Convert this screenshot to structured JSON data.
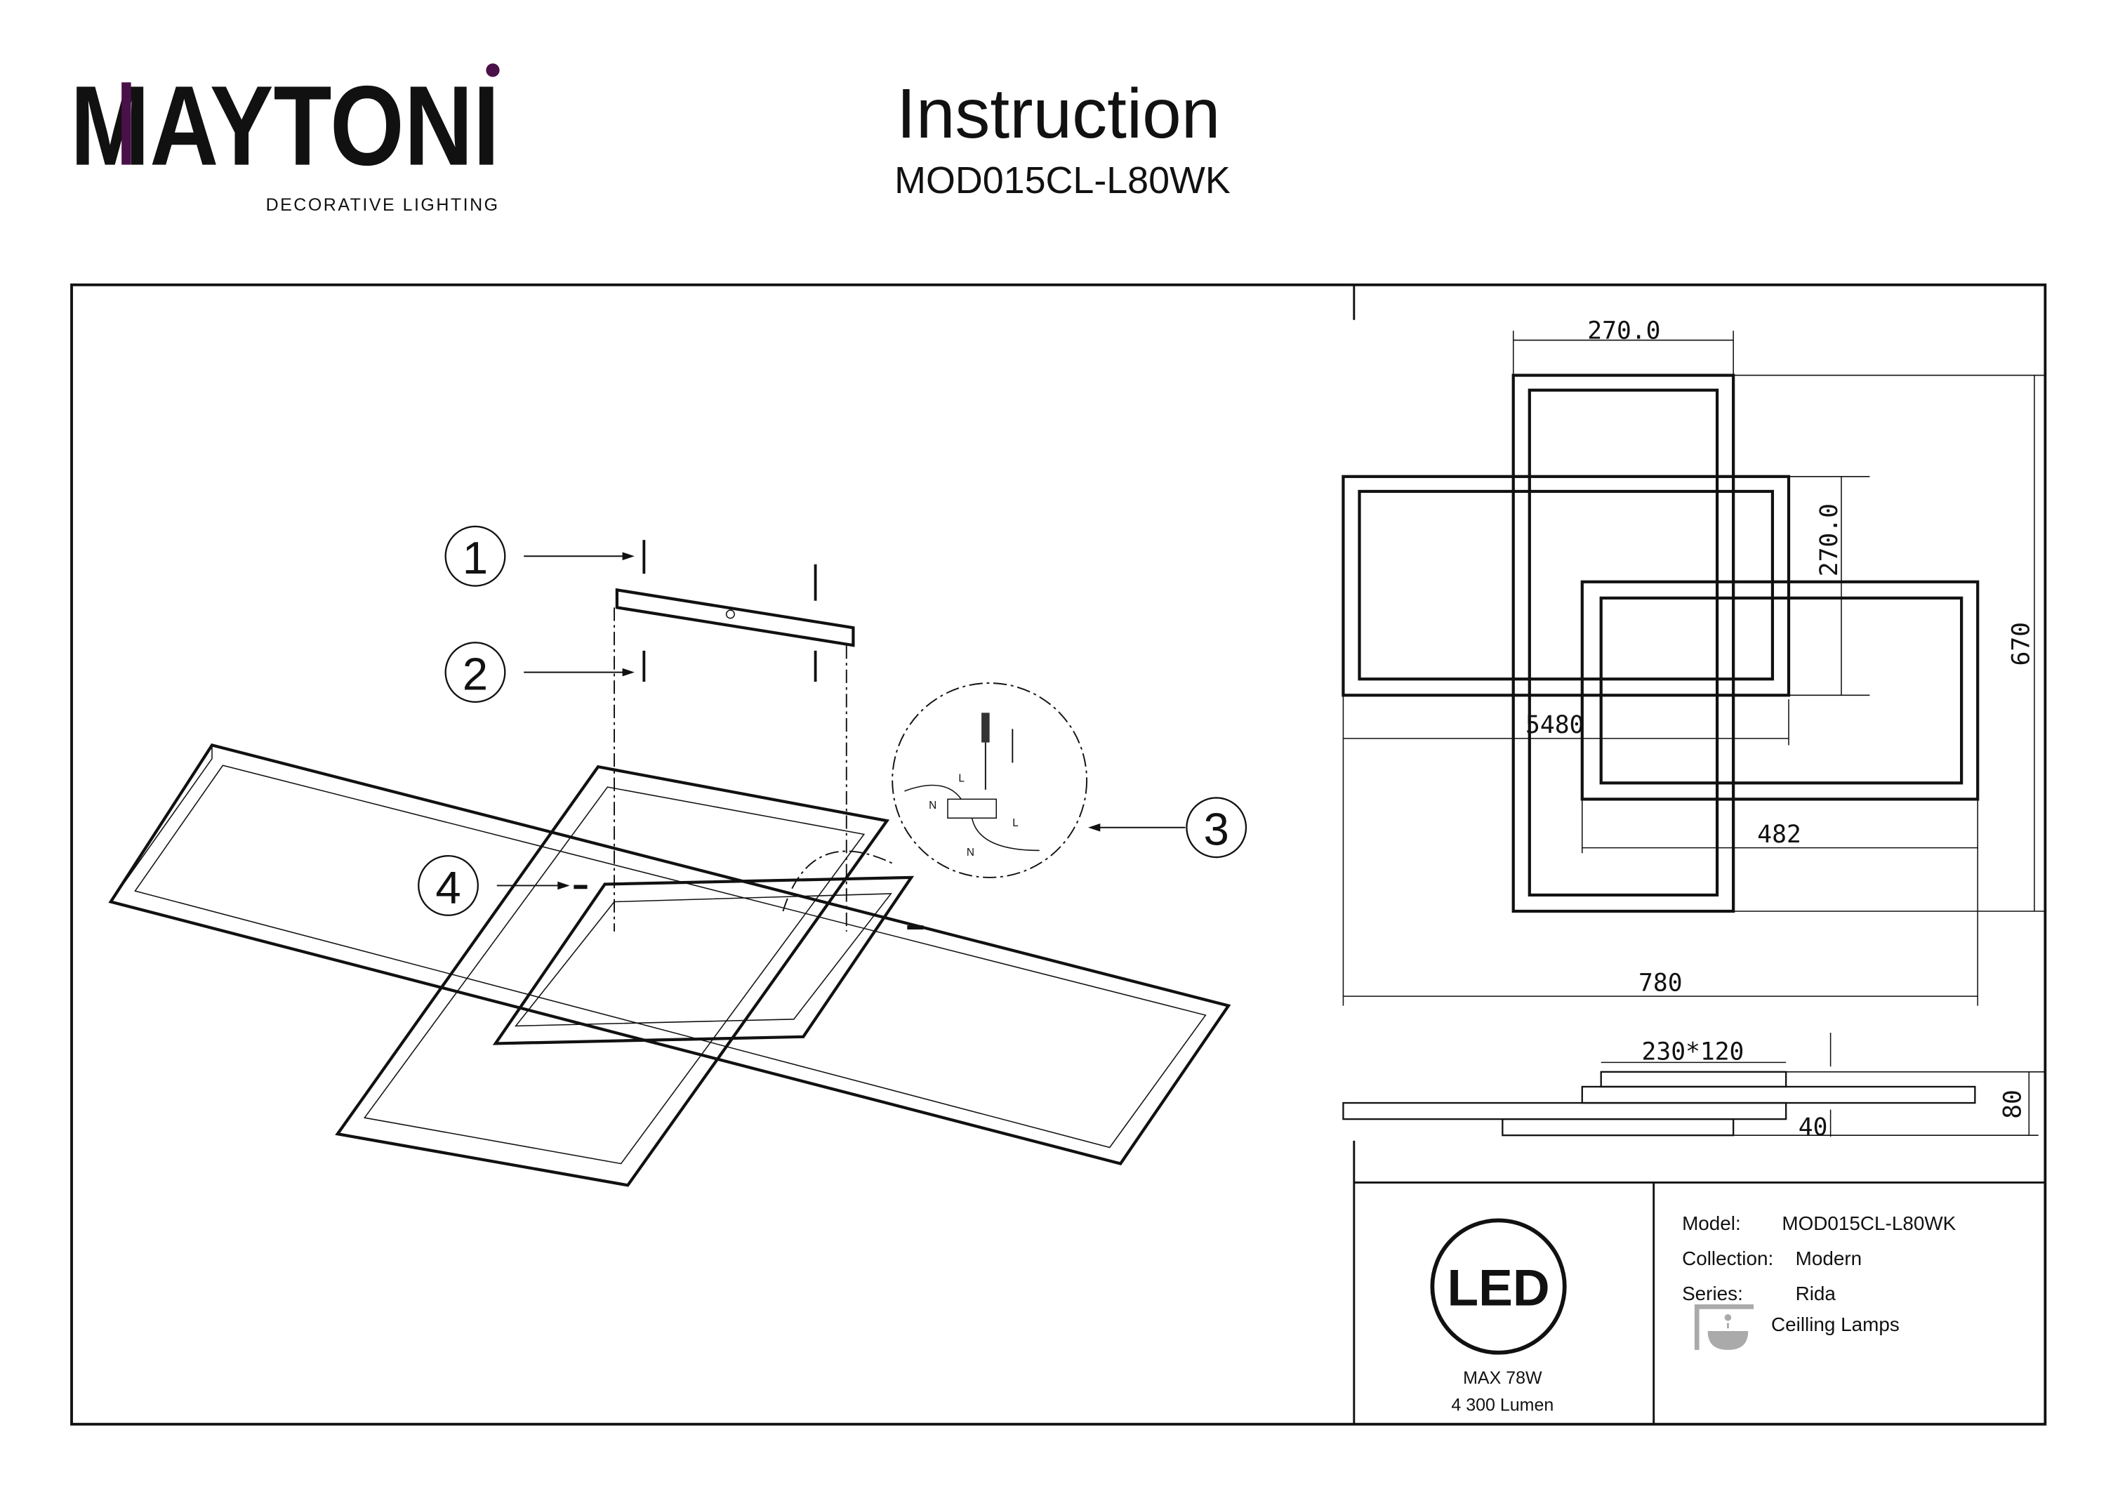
{
  "logo": {
    "brand": "MAYTONI",
    "tagline": "DECORATIVE LIGHTING",
    "accent_color": "#4a1048"
  },
  "header": {
    "title": "Instruction",
    "model": "MOD015CL-L80WK"
  },
  "assembly": {
    "callouts": [
      "1",
      "2",
      "3",
      "4"
    ],
    "wiring_labels": {
      "live": "L",
      "neutral": "N"
    }
  },
  "dimensions": {
    "top_width": "270.0",
    "side_height": "270.0",
    "total_height": "670",
    "left_width": "5480",
    "right_width": "482",
    "total_width": "780",
    "base": "230*120",
    "depth": "80",
    "offset": "40"
  },
  "led": {
    "logo": "LED",
    "power": "MAX 78W",
    "lumen": "4 300 Lumen"
  },
  "specs": {
    "model_label": "Model:",
    "model_value": "MOD015CL-L80WK",
    "collection_label": "Collection:",
    "collection_value": "Modern",
    "series_label": "Series:",
    "series_value": "Rida",
    "category": "Ceilling Lamps"
  }
}
